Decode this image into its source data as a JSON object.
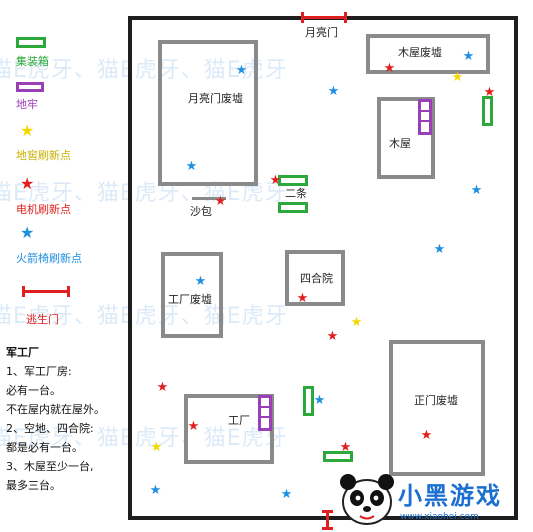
{
  "legend": {
    "crate": "集装箱",
    "basement": "地牢",
    "hatch": "地窖刷新点",
    "generator": "电机刷新点",
    "rocket_chair": "火箭椅刷新点",
    "exit_gate": "逃生门"
  },
  "notes": {
    "title": "军工厂",
    "lines": [
      "1、军工厂房:",
      "必有一台。",
      "不在屋内就在屋外。",
      "2、空地、四合院:",
      "都是必有一台。",
      "3、木屋至少一台,",
      "最多三台。"
    ]
  },
  "map": {
    "labels": {
      "moon_gate": "月亮门",
      "moon_gate_ruins": "月亮门废墟",
      "cabin_ruins": "木屋废墟",
      "cabin": "木屋",
      "sandbag": "沙包",
      "two_crates": "二条",
      "factory_ruins": "工厂废墟",
      "courtyard": "四合院",
      "factory": "工厂",
      "main_gate_ruins": "正门废墟"
    }
  },
  "watermark": "猫E虎牙、猫E虎牙、猫E虎牙",
  "logo": {
    "text": "小黑游戏",
    "url": "www.xiaohei.com"
  },
  "colors": {
    "crate": "#2da83a",
    "basement": "#9b3fb8",
    "hatch": "#f5d800",
    "generator": "#e02020",
    "chair": "#1e90e0",
    "gate": "#e02020"
  }
}
